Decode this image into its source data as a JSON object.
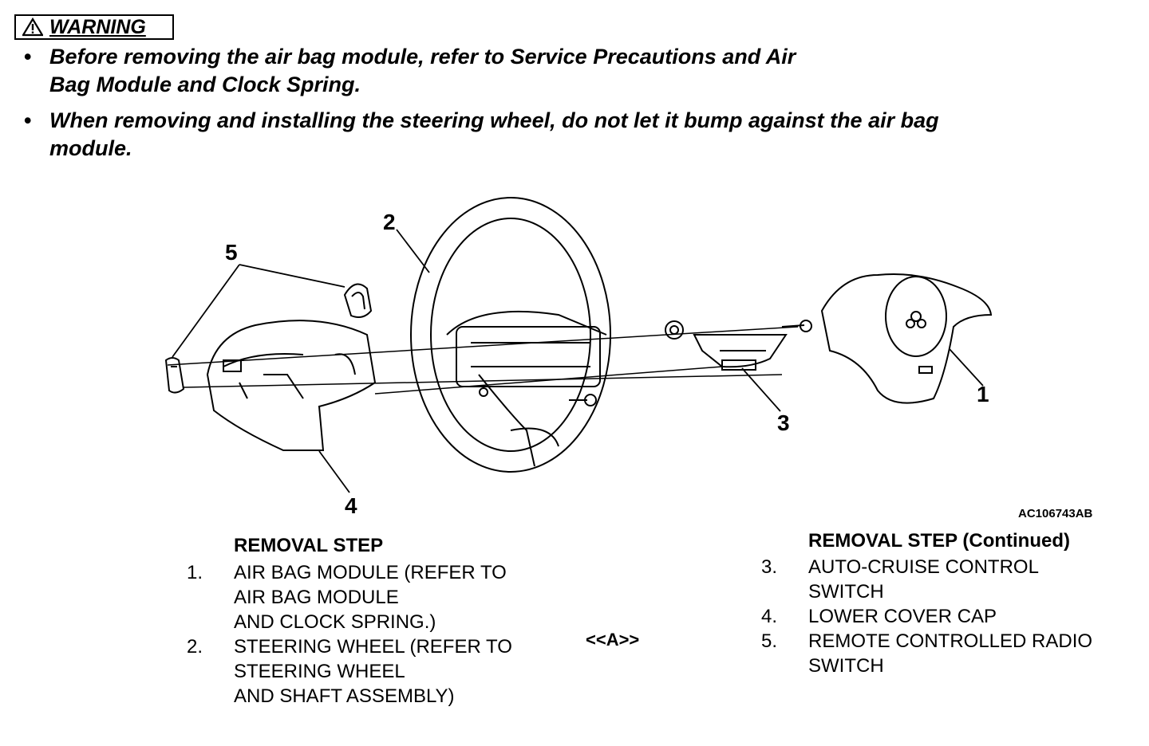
{
  "warning": {
    "label": "WARNING",
    "bullets": [
      {
        "lines": [
          "Before removing the air bag module, refer to Service Precautions and Air",
          "Bag Module and Clock Spring."
        ]
      },
      {
        "lines": [
          "When removing and installing the steering wheel, do not let it bump against the air bag",
          "module."
        ]
      }
    ]
  },
  "diagram": {
    "callouts": {
      "c1": "1",
      "c2": "2",
      "c3": "3",
      "c4": "4",
      "c5": "5"
    },
    "code": "AC106743AB"
  },
  "removal_steps": {
    "left": {
      "heading": "REMOVAL STEP",
      "steps": [
        {
          "num": "1.",
          "lines": [
            "AIR BAG MODULE (REFER TO",
            "AIR BAG MODULE",
            "AND CLOCK SPRING.)"
          ]
        },
        {
          "num": "2.",
          "lines": [
            "STEERING WHEEL (REFER TO",
            "STEERING WHEEL",
            "AND SHAFT ASSEMBLY)"
          ],
          "marker": "<<A>>"
        }
      ]
    },
    "right": {
      "heading": "REMOVAL STEP (Continued)",
      "steps": [
        {
          "num": "3.",
          "lines": [
            "AUTO-CRUISE CONTROL",
            "SWITCH"
          ]
        },
        {
          "num": "4.",
          "lines": [
            "LOWER COVER CAP"
          ]
        },
        {
          "num": "5.",
          "lines": [
            "REMOTE CONTROLLED RADIO",
            "SWITCH"
          ]
        }
      ]
    }
  }
}
